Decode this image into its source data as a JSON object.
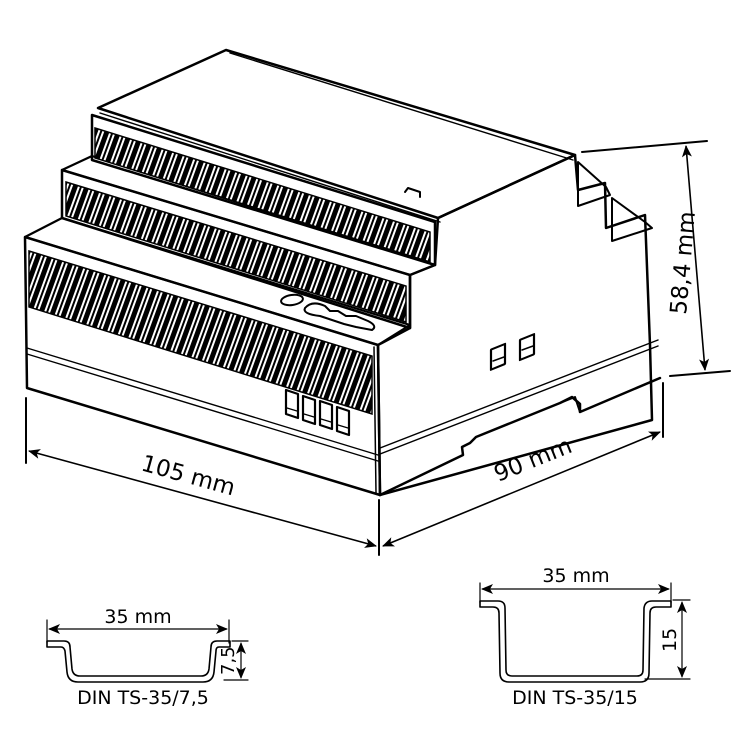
{
  "figure": {
    "subject": "DIN-rail modular enclosure, isometric dimension drawing",
    "colors": {
      "line": "#000000",
      "background": "#ffffff"
    }
  },
  "dimensions": {
    "length": {
      "label": "105 mm",
      "value": 105,
      "unit": "mm"
    },
    "depth": {
      "label": "90 mm",
      "value": 90,
      "unit": "mm"
    },
    "height": {
      "label": "58,4 mm",
      "value": 58.4,
      "unit": "mm"
    }
  },
  "rails": [
    {
      "name": "DIN TS-35/7,5",
      "caption": "DIN TS-35/7,5",
      "width_label": "35 mm",
      "height_label": "7,5",
      "width": 35,
      "height": 7.5
    },
    {
      "name": "DIN TS-35/15",
      "caption": "DIN TS-35/15",
      "width_label": "35 mm",
      "height_label": "15",
      "width": 35,
      "height": 15
    }
  ]
}
